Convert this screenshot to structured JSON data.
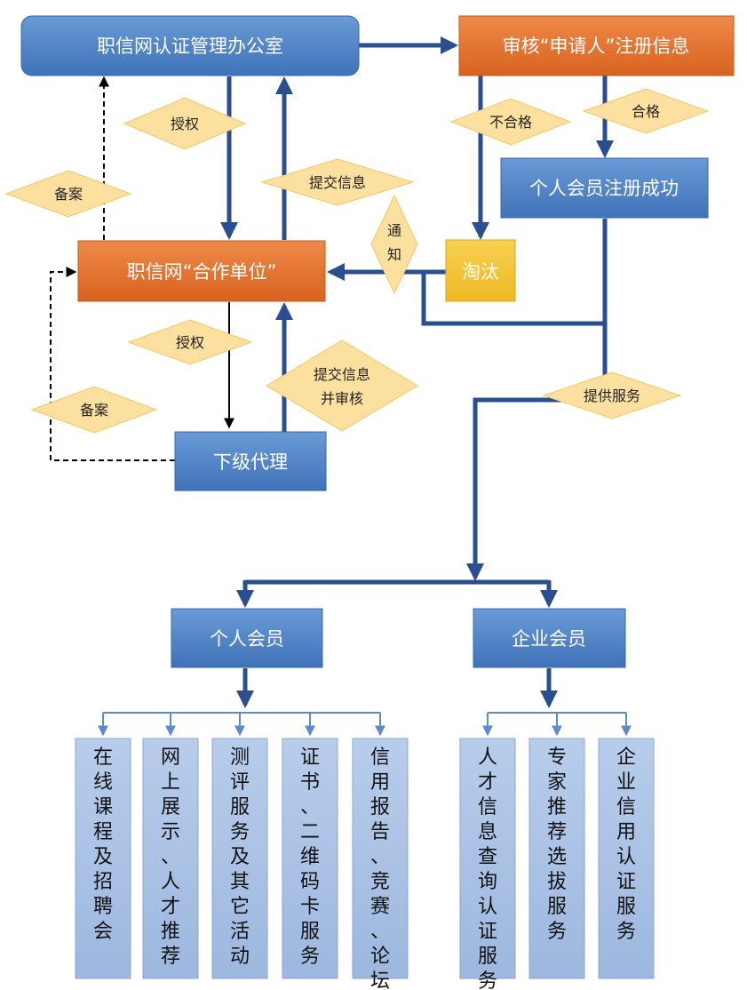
{
  "nodes": {
    "office": "职信网认证管理办公室",
    "review": "审核“申请人”注册信息",
    "register_success": "个人会员注册成功",
    "partner": "职信网“合作单位”",
    "eliminate": "淘汰",
    "sub_agent": "下级代理",
    "personal_member": "个人会员",
    "enterprise_member": "企业会员"
  },
  "labels": {
    "auth_1": "授权",
    "submit_info": "提交信息",
    "record_1": "备案",
    "unqualified": "不合格",
    "qualified": "合格",
    "notify_1": "通",
    "notify_2": "知",
    "auth_2": "授权",
    "submit_review_1": "提交信息",
    "submit_review_2": "并审核",
    "record_2": "备案",
    "provide_service": "提供服务"
  },
  "personal_services": [
    "在线课程及招聘会",
    "网上展示、人才推荐",
    "测评服务及其它活动",
    "证书、二维码卡服务",
    "信用报告、竞赛、论坛"
  ],
  "enterprise_services": [
    "人才信息查询认证服务",
    "专家推荐选拔服务",
    "企业信用认证服务"
  ],
  "colors": {
    "blue_box": "#4f86c6",
    "orange_box": "#e0702e",
    "yellow_box": "#f2c335",
    "diamond": "#fbe0a0",
    "service_box": "#a8c1e4",
    "arrow": "#2b4f8e"
  }
}
